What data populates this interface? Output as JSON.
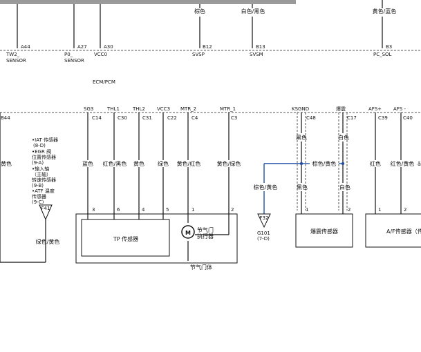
{
  "top_bar_color": "#9a9a9a",
  "wire_blue": "#1f4fa3",
  "top_wires": {
    "w1_color": "棕色",
    "w2_color": "白色/黑色",
    "w3_color": "黄色/蓝色"
  },
  "ecm_pins_top": [
    {
      "pin": "A44",
      "name1": "TW2_",
      "name2": "SENSOR"
    },
    {
      "pin": "A27",
      "name1": "P0_",
      "name2": "SENSOR"
    },
    {
      "pin": "A30",
      "name1": "VCC0",
      "name2": ""
    },
    {
      "pin": "B12",
      "name1": "SVSP",
      "name2": ""
    },
    {
      "pin": "B13",
      "name1": "SVSM",
      "name2": ""
    },
    {
      "pin": "B3",
      "name1": "PC_SOL",
      "name2": ""
    }
  ],
  "ecm_label": "ECM/PCM",
  "ecm_pins_bottom": [
    {
      "name": "SG3",
      "pin": "C14",
      "color": "蓝色",
      "tpin": "3"
    },
    {
      "name": "THL1",
      "pin": "C30",
      "color": "红色/黑色",
      "tpin": "6"
    },
    {
      "name": "THL2",
      "pin": "C31",
      "color": "黄色",
      "tpin": "4"
    },
    {
      "name": "VCC3",
      "pin": "C22",
      "color": "绿色",
      "tpin": "5"
    },
    {
      "name": "MTR_2",
      "pin": "C4",
      "color": "黄色/红色",
      "tpin": "1"
    },
    {
      "name": "MTR_1",
      "pin": "C3",
      "color": "黄色/绿色",
      "tpin": "2"
    }
  ],
  "left_pin": "B44",
  "left_wire_color": "黄色",
  "notes": [
    "•IAT 传感器",
    "(8-D)",
    "•EGR 阀",
    "位置传感器",
    "(9-A)",
    "•输入轴",
    "（主轴）",
    "转速传感器",
    "(9-B)",
    "•ATF 温度",
    "传感器",
    "(9-C)"
  ],
  "ground_f41": "F41",
  "f41_wire_color": "绿色/黄色",
  "tp_sensor": "TP 传感器",
  "throttle_actuator_line1": "节气门",
  "throttle_actuator_line2": "执行器",
  "motor_symbol": "M",
  "throttle_body": "节气门体",
  "ksgnd": {
    "name": "KSGND",
    "pin": "C48",
    "color": "黑色",
    "lower_color": "黑色",
    "tpin": "1"
  },
  "knock": {
    "name": "爆震",
    "pin": "C17",
    "color": "白色",
    "lower_color": "白色",
    "tpin": "2"
  },
  "shield_wire_color": "棕色/黄色",
  "shield_drop_color": "棕色/黄色",
  "ground_g101": {
    "sym": "F32",
    "name": "G101",
    "ref": "(7-D)"
  },
  "knock_sensor": "爆震传感器",
  "afs_plus": {
    "name": "AFS+",
    "pin": "C39",
    "color": "红色",
    "tpin": "1"
  },
  "afs_minus": {
    "name": "AFS -",
    "pin": "C40",
    "color": "红色/黄色",
    "tpin": "2"
  },
  "af_sensor": "A/F传感器（传",
  "right_clip_glyph": "ã"
}
